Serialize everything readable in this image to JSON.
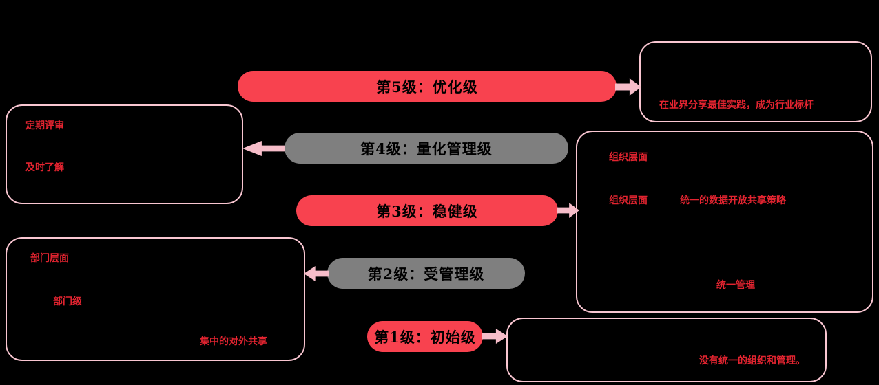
{
  "colors": {
    "background": "#000000",
    "pill_red": "#f8424f",
    "pill_gray": "#7f7f7f",
    "pill_text": "#000000",
    "box_border": "#f9c6d1",
    "box_text": "#e32430",
    "arrow": "#f6bdc9"
  },
  "levels": [
    {
      "label": "第5级：优化级",
      "variant": "red"
    },
    {
      "label": "第4级：量化管理级",
      "variant": "gray"
    },
    {
      "label": "第3级：稳健级",
      "variant": "red"
    },
    {
      "label": "第2级：受管理级",
      "variant": "gray"
    },
    {
      "label": "第1级：初始级",
      "variant": "red"
    }
  ],
  "callouts": {
    "level5": {
      "line1": "在业界分享最佳实践，成为行业标杆"
    },
    "level4": {
      "line1": "定期评审",
      "line2": "及时了解"
    },
    "level3": {
      "line1": "组织层面",
      "line2a": "组织层面",
      "line2b": "统一的数据开放共享策略",
      "line3": "统一管理"
    },
    "level2": {
      "line1": "部门层面",
      "line2": "部门级",
      "line3": "集中的对外共享"
    },
    "level1": {
      "line1": "没有统一的组织和管理。"
    }
  }
}
